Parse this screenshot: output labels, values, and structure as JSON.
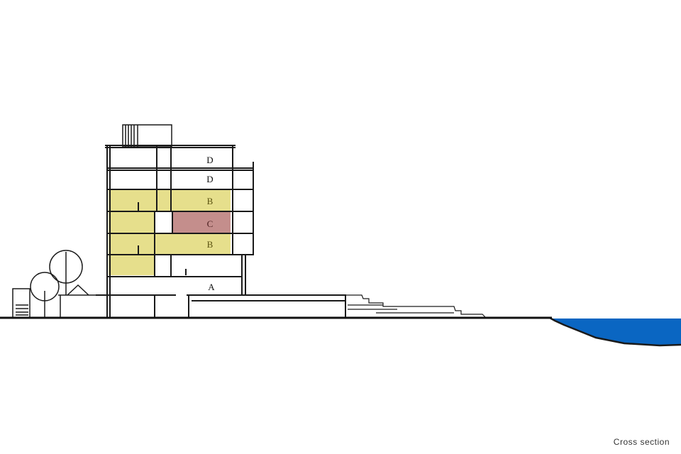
{
  "drawing": {
    "caption": "Cross section",
    "zones": [
      {
        "id": "D-top",
        "label": "D"
      },
      {
        "id": "D-second",
        "label": "D"
      },
      {
        "id": "B-upper",
        "label": "B"
      },
      {
        "id": "C",
        "label": "C"
      },
      {
        "id": "B-lower",
        "label": "B"
      },
      {
        "id": "A",
        "label": "A"
      }
    ]
  },
  "colors": {
    "zone_b": "#e6df8c",
    "zone_c": "#c48e8c",
    "water": "#0a66c2",
    "line": "#1a1a1a"
  }
}
